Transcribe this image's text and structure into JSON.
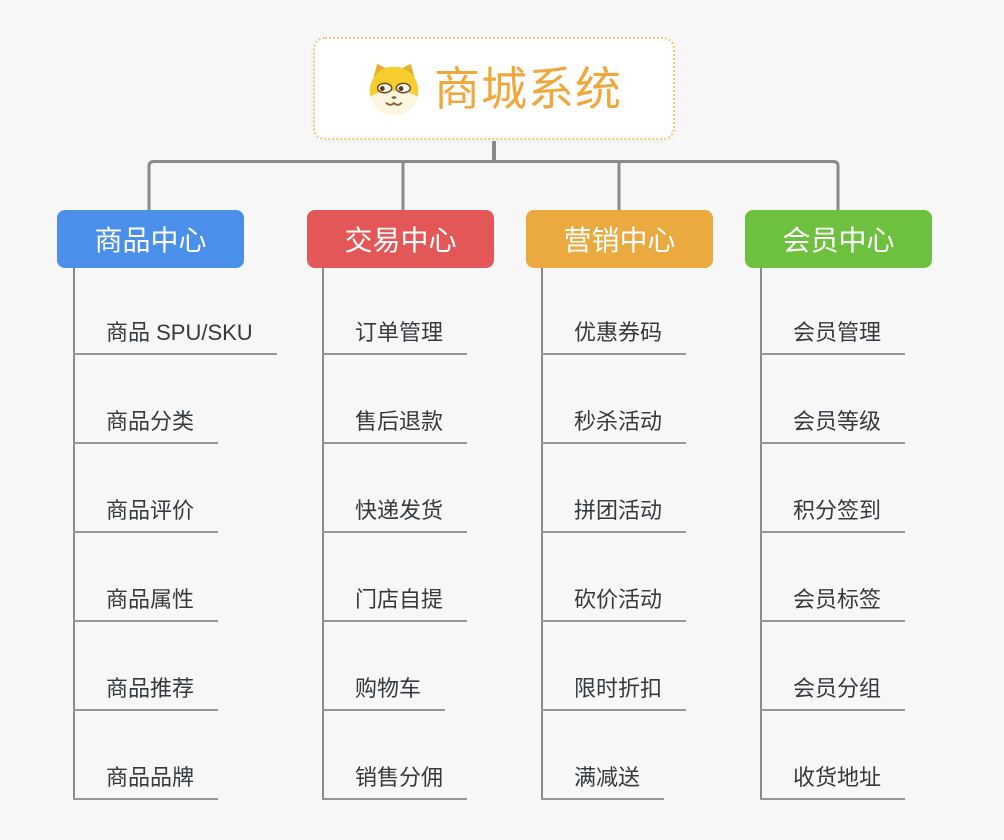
{
  "page": {
    "background_color": "#F7F7F7",
    "connector_color": "#8A8A8A",
    "underline_color": "#979797"
  },
  "root": {
    "title": "商城系统",
    "title_color": "#F0A73C",
    "border_color": "#F2C779",
    "icon": "dog-face-icon"
  },
  "branches": [
    {
      "label": "商品中心",
      "color": "#4A8FE9",
      "children": [
        "商品 SPU/SKU",
        "商品分类",
        "商品评价",
        "商品属性",
        "商品推荐",
        "商品品牌"
      ]
    },
    {
      "label": "交易中心",
      "color": "#E35757",
      "children": [
        "订单管理",
        "售后退款",
        "快递发货",
        "门店自提",
        "购物车",
        "销售分佣"
      ]
    },
    {
      "label": "营销中心",
      "color": "#EAAA3F",
      "children": [
        "优惠券码",
        "秒杀活动",
        "拼团活动",
        "砍价活动",
        "限时折扣",
        "满减送"
      ]
    },
    {
      "label": "会员中心",
      "color": "#6DC13E",
      "children": [
        "会员管理",
        "会员等级",
        "积分签到",
        "会员标签",
        "会员分组",
        "收货地址"
      ]
    }
  ]
}
